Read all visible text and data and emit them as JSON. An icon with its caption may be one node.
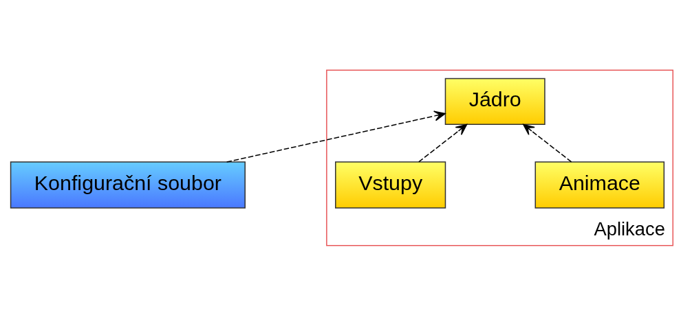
{
  "diagram": {
    "nodes": [
      {
        "text": [
          "Konfigurační soubor"
        ]
      },
      {
        "text": [
          "Aplikace"
        ]
      },
      {
        "text": [
          "Jádro"
        ],
        "in": 1
      },
      {
        "text": [
          "Animace"
        ],
        "in": 1
      },
      {
        "text": [
          "Vstupy"
        ],
        "in": 1
      }
    ],
    "edges": [
      {
        "from": 0,
        "to": 2,
        "arrow": "to",
        "style": "dashed"
      },
      {
        "from": 3,
        "to": 2,
        "arrow": "to",
        "style": "dashed"
      },
      {
        "from": 4,
        "to": 2,
        "arrow": "to",
        "style": "dashed"
      }
    ]
  }
}
